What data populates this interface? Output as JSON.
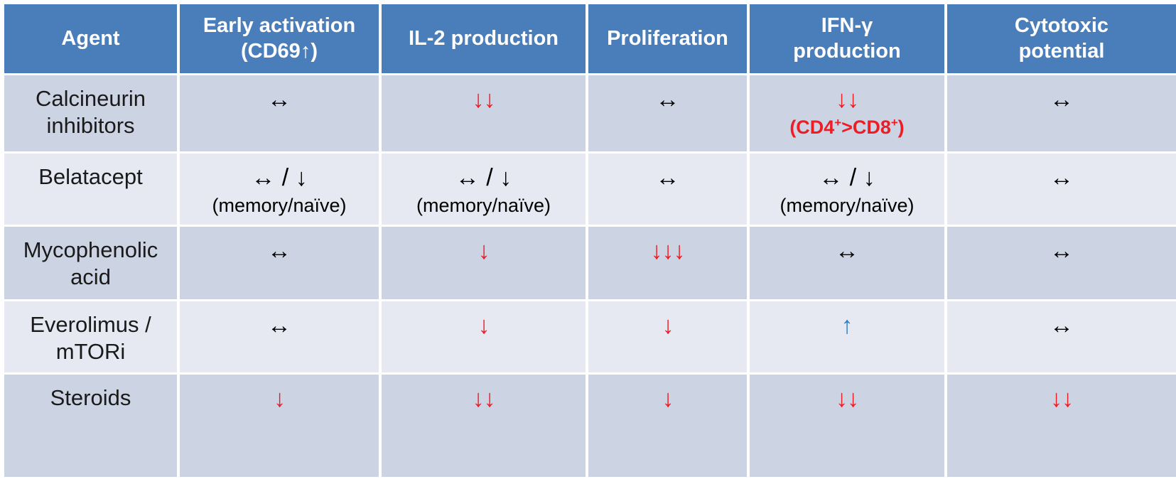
{
  "table": {
    "columns": [
      {
        "key": "agent",
        "label": "Agent",
        "sublabel": ""
      },
      {
        "key": "early",
        "label": "Early activation",
        "sublabel": "(CD69↑)"
      },
      {
        "key": "il2",
        "label": "IL-2 production",
        "sublabel": ""
      },
      {
        "key": "prolif",
        "label": "Proliferation",
        "sublabel": ""
      },
      {
        "key": "ifn",
        "label": "IFN-γ",
        "sublabel": "production"
      },
      {
        "key": "cyto",
        "label": "Cytotoxic",
        "sublabel": "potential"
      }
    ],
    "rows": [
      {
        "agent": "Calcineurin inhibitors",
        "early": {
          "mark": "↔",
          "note": ""
        },
        "il2": {
          "mark": "↓↓",
          "note": ""
        },
        "prolif": {
          "mark": "↔",
          "note": ""
        },
        "ifn": {
          "mark": "↓↓",
          "note": "(CD4+>CD8+)"
        },
        "cyto": {
          "mark": "↔",
          "note": ""
        }
      },
      {
        "agent": "Belatacept",
        "early": {
          "mark": "↔ / ↓",
          "note": "(memory/naïve)"
        },
        "il2": {
          "mark": "↔ / ↓",
          "note": "(memory/naïve)"
        },
        "prolif": {
          "mark": "↔",
          "note": ""
        },
        "ifn": {
          "mark": "↔ / ↓",
          "note": "(memory/naïve)"
        },
        "cyto": {
          "mark": "↔",
          "note": ""
        }
      },
      {
        "agent": "Mycophenolic acid",
        "early": {
          "mark": "↔",
          "note": ""
        },
        "il2": {
          "mark": "↓",
          "note": ""
        },
        "prolif": {
          "mark": "↓↓↓",
          "note": ""
        },
        "ifn": {
          "mark": "↔",
          "note": ""
        },
        "cyto": {
          "mark": "↔",
          "note": ""
        }
      },
      {
        "agent": "Everolimus / mTORi",
        "early": {
          "mark": "↔",
          "note": ""
        },
        "il2": {
          "mark": "↓",
          "note": ""
        },
        "prolif": {
          "mark": "↓",
          "note": ""
        },
        "ifn": {
          "mark": "↑",
          "note": ""
        },
        "cyto": {
          "mark": "↔",
          "note": ""
        }
      },
      {
        "agent": "Steroids",
        "early": {
          "mark": "↓",
          "note": ""
        },
        "il2": {
          "mark": "↓↓",
          "note": ""
        },
        "prolif": {
          "mark": "↓",
          "note": ""
        },
        "ifn": {
          "mark": "↓↓",
          "note": ""
        },
        "cyto": {
          "mark": "↓↓",
          "note": ""
        }
      }
    ]
  },
  "colors": {
    "header_blue": "#4a7ebb",
    "row_odd": "#ccd3e3",
    "row_even": "#e6e8f2",
    "decrease_red": "#ee1c25",
    "increase_blue": "#2f7ec4",
    "neutral_black": "#000000"
  }
}
